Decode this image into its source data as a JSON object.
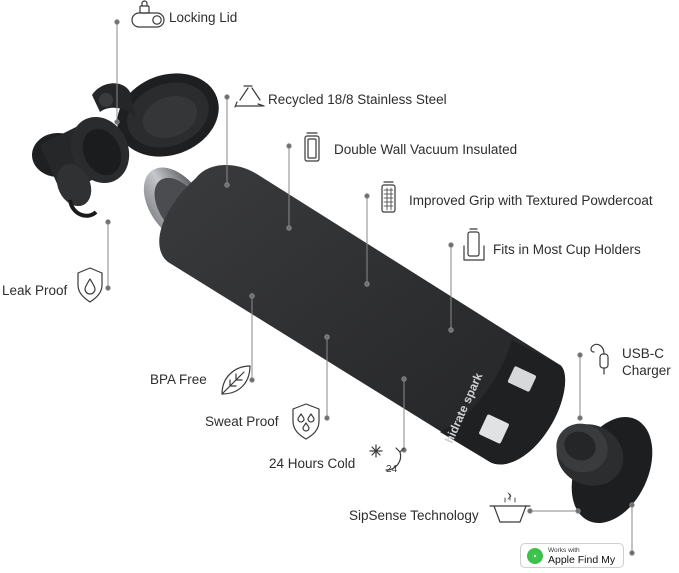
{
  "features": {
    "locking_lid": "Locking Lid",
    "recycled_steel": "Recycled 18/8 Stainless Steel",
    "double_wall": "Double Wall Vacuum Insulated",
    "improved_grip": "Improved Grip with Textured Powdercoat",
    "cup_holders": "Fits in Most Cup Holders",
    "leak_proof": "Leak Proof",
    "usb_c": "USB-C Charger",
    "bpa_free": "BPA Free",
    "sweat_proof": "Sweat Proof",
    "cold_24": "24 Hours Cold",
    "sipsense": "SipSense Technology"
  },
  "icons": {
    "cold_hours": "24"
  },
  "bottle": {
    "brand": "hidrate spark"
  },
  "badge": {
    "works_with": "Works with",
    "find_my": "Apple Find My"
  },
  "colors": {
    "bottle": "#2f3032",
    "leader_line": "#8a8a8a",
    "badge_green": "#3cc24a"
  }
}
